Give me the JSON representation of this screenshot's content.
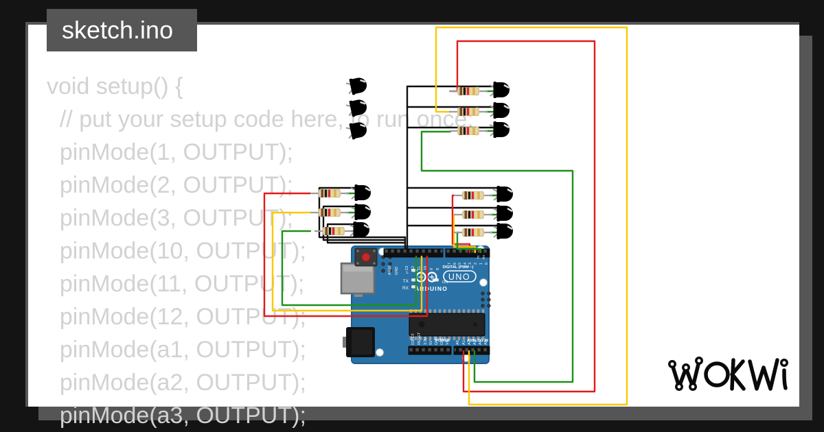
{
  "window": {
    "filename": "sketch.ino"
  },
  "code": {
    "text_color": "#d2d2d2",
    "lines": [
      "void setup() {",
      "  // put your setup code here, to run once:",
      "  pinMode(1, OUTPUT);",
      "  pinMode(2, OUTPUT);",
      "  pinMode(3, OUTPUT);",
      "  pinMode(10, OUTPUT);",
      "  pinMode(11, OUTPUT);",
      "  pinMode(12, OUTPUT);",
      "  pinMode(a1, OUTPUT);",
      "  pinMode(a2, OUTPUT);",
      "  pinMode(a3, OUTPUT);"
    ]
  },
  "board": {
    "name": "Arduino UNO",
    "color": "#2a72a6",
    "labels": {
      "digital": "DIGITAL (PWM ~)",
      "power_group": "POWER",
      "analog_group": "ANALOG IN",
      "brand": "UNO",
      "brand2": "ARDUINO",
      "on": "ON",
      "led_l": "L",
      "led_tx": "TX",
      "led_rx": "RX",
      "serial_tx": "TX",
      "serial_rx": "RX"
    },
    "pins": {
      "top_left": [
        "AREF",
        "GND",
        "13",
        "12",
        "11",
        "10",
        "9",
        "8"
      ],
      "top_right": [
        "7",
        "6",
        "5",
        "4",
        "3",
        "2",
        "1",
        "0"
      ],
      "power": [
        "IOREF",
        "RESET",
        "3.3V",
        "5V",
        "GND",
        "GND",
        "Vin"
      ],
      "analog": [
        "A0",
        "A1",
        "A2",
        "A3",
        "A4",
        "A5"
      ]
    }
  },
  "wire_colors": {
    "red": "#e01b1b",
    "yellow": "#fcc800",
    "green": "#1b9118",
    "black": "#0e0e0e"
  },
  "led_colors": {
    "red": "#d6392e",
    "yellow": "#e4da35",
    "green": "#35953f"
  },
  "logo": {
    "text": "WOKWI"
  }
}
